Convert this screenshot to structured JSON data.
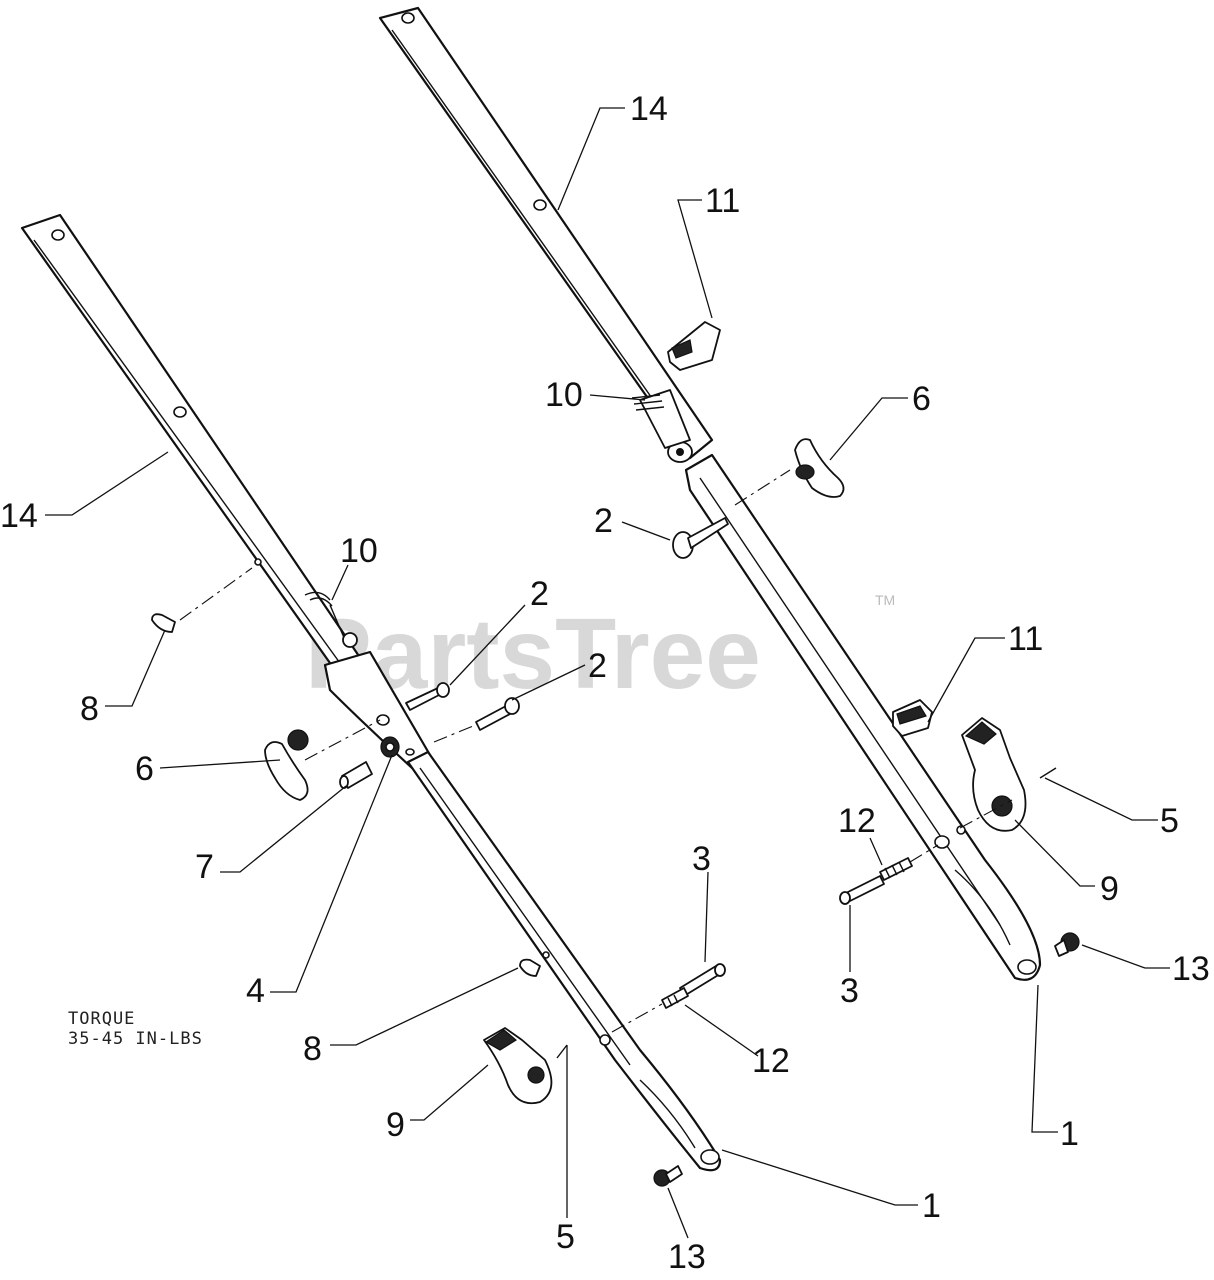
{
  "watermark": {
    "text": "PartsTree",
    "tm": "TM"
  },
  "torque_note": {
    "line1": "TORQUE",
    "line2": "35-45 IN-LBS"
  },
  "callouts": {
    "c14_right": "14",
    "c11_top": "11",
    "c10_right": "10",
    "c6_right": "6",
    "c2_right": "2",
    "c11_mid": "11",
    "c5_right": "5",
    "c12_right": "12",
    "c9_right": "9",
    "c13_right": "13",
    "c3_right": "3",
    "c1_right": "1",
    "c14_left": "14",
    "c10_left": "10",
    "c2_left_a": "2",
    "c2_left_b": "2",
    "c8_left_top": "8",
    "c6_left": "6",
    "c7_left": "7",
    "c4_left": "4",
    "c3_left": "3",
    "c8_left_bot": "8",
    "c12_left": "12",
    "c9_left": "9",
    "c5_left": "5",
    "c1_left": "1",
    "c13_left": "13"
  }
}
